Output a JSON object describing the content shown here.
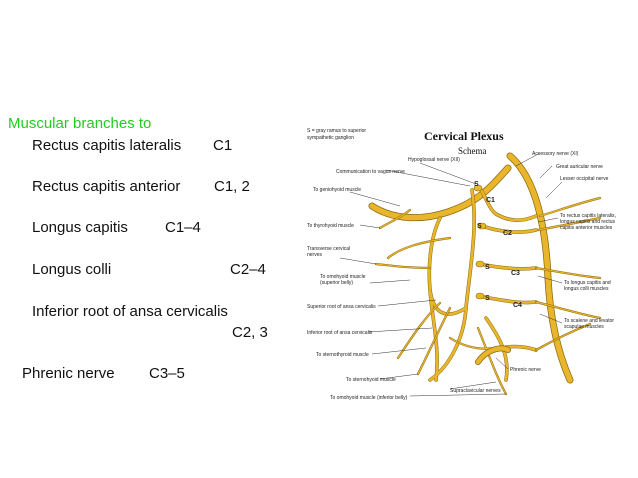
{
  "left_panel": {
    "heading": "Muscular branches to",
    "rows": [
      {
        "muscle": "Rectus capitis lateralis",
        "segment": "C1"
      },
      {
        "muscle": "Rectus capitis anterior",
        "segment": "C1, 2"
      },
      {
        "muscle": "Longus capitis",
        "segment": "C1–4"
      },
      {
        "muscle": "Longus colli",
        "segment": "C2–4"
      },
      {
        "muscle": "Inferior root of ansa cervicalis",
        "segment": "C2, 3"
      }
    ],
    "phrenic": {
      "muscle": "Phrenic nerve",
      "segment": "C3–5"
    }
  },
  "diagram": {
    "title": "Cervical Plexus",
    "subtitle": "Schema",
    "legend_line1": "S = gray ramus to superior",
    "legend_line2": "sympathetic ganglion",
    "segments": [
      "C1",
      "C2",
      "C3",
      "C4"
    ],
    "s_marker": "S",
    "labels": {
      "hypoglossal": "Hypoglossal nerve (XII)",
      "accessory": "Accessory nerve (XI)",
      "vagus": "Communication to vagus nerve",
      "geniohyoid": "To geniohyoid muscle",
      "great_auricular": "Great auricular nerve",
      "lesser_occipital": "Lesser occipital nerve",
      "thyrohyoid": "To thyrohyoid muscle",
      "rectus_lateralis": "To rectus capitis lateralis,",
      "rectus_lateralis2": "longus capitis and rectus",
      "rectus_lateralis3": "capitis anterior muscles",
      "transverse1": "Transverse cervical",
      "transverse2": "nerves",
      "omohyoid_sup1": "To omohyoid muscle",
      "omohyoid_sup2": "(superior belly)",
      "longus1": "To longus capitis and",
      "longus2": "longus colli muscles",
      "superior_root": "Superior root of ansa cervicalis",
      "scalene1": "To scalene and levator",
      "scalene2": "scapulae muscles",
      "inferior_root": "Inferior root of ansa cervicalis",
      "sternothyroid": "To sternothyroid muscle",
      "phrenic": "Phrenic nerve",
      "sternohyoid": "To sternohyoid muscle",
      "supraclavicular": "Supraclavicular nerves",
      "omohyoid_inf": "To omohyoid muscle (inferior belly)"
    }
  }
}
